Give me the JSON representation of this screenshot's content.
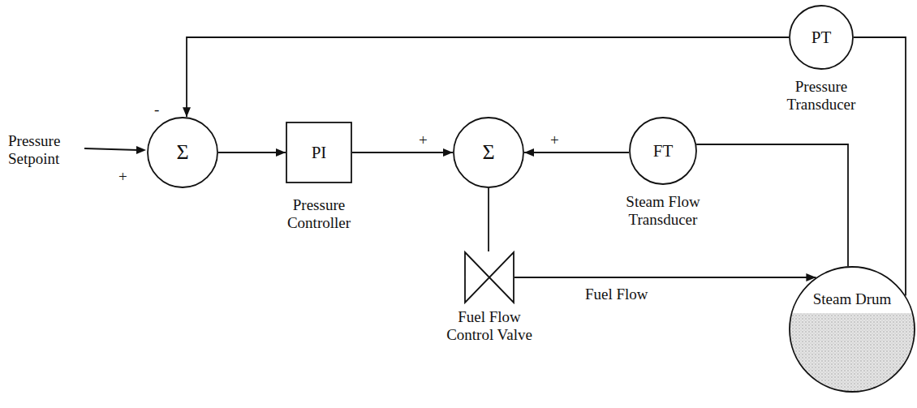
{
  "diagram": {
    "nodes": [
      {
        "text": [
          "Σ"
        ]
      },
      {
        "text": [
          "PI",
          "Pressure Controller"
        ]
      },
      {
        "text": [
          "Σ"
        ]
      },
      {
        "text": [
          "FT",
          "Steam Flow Transducer"
        ]
      },
      {
        "text": [
          "PT",
          "Pressure Transducer"
        ]
      },
      {
        "text": [
          "Steam Drum"
        ]
      },
      {
        "text": [
          "Fuel Flow Control Valve"
        ]
      }
    ],
    "edges": [
      {
        "from": 0,
        "to": 1,
        "arrow": "to"
      },
      {
        "from": 1,
        "to": 2,
        "arrow": "to"
      },
      {
        "from": 3,
        "to": 2,
        "arrow": "to"
      },
      {
        "from": 3,
        "to": 5,
        "arrow": "none"
      },
      {
        "from": 4,
        "to": 5,
        "arrow": "none"
      },
      {
        "from": 4,
        "to": 0,
        "arrow": "to"
      },
      {
        "from": 2,
        "to": 6,
        "arrow": "none"
      },
      {
        "from": 6,
        "to": 5,
        "arrow": "to",
        "label": "Fuel Flow"
      }
    ],
    "labels": [
      "Pressure Setpoint",
      "+",
      "-",
      "+",
      "+"
    ]
  }
}
